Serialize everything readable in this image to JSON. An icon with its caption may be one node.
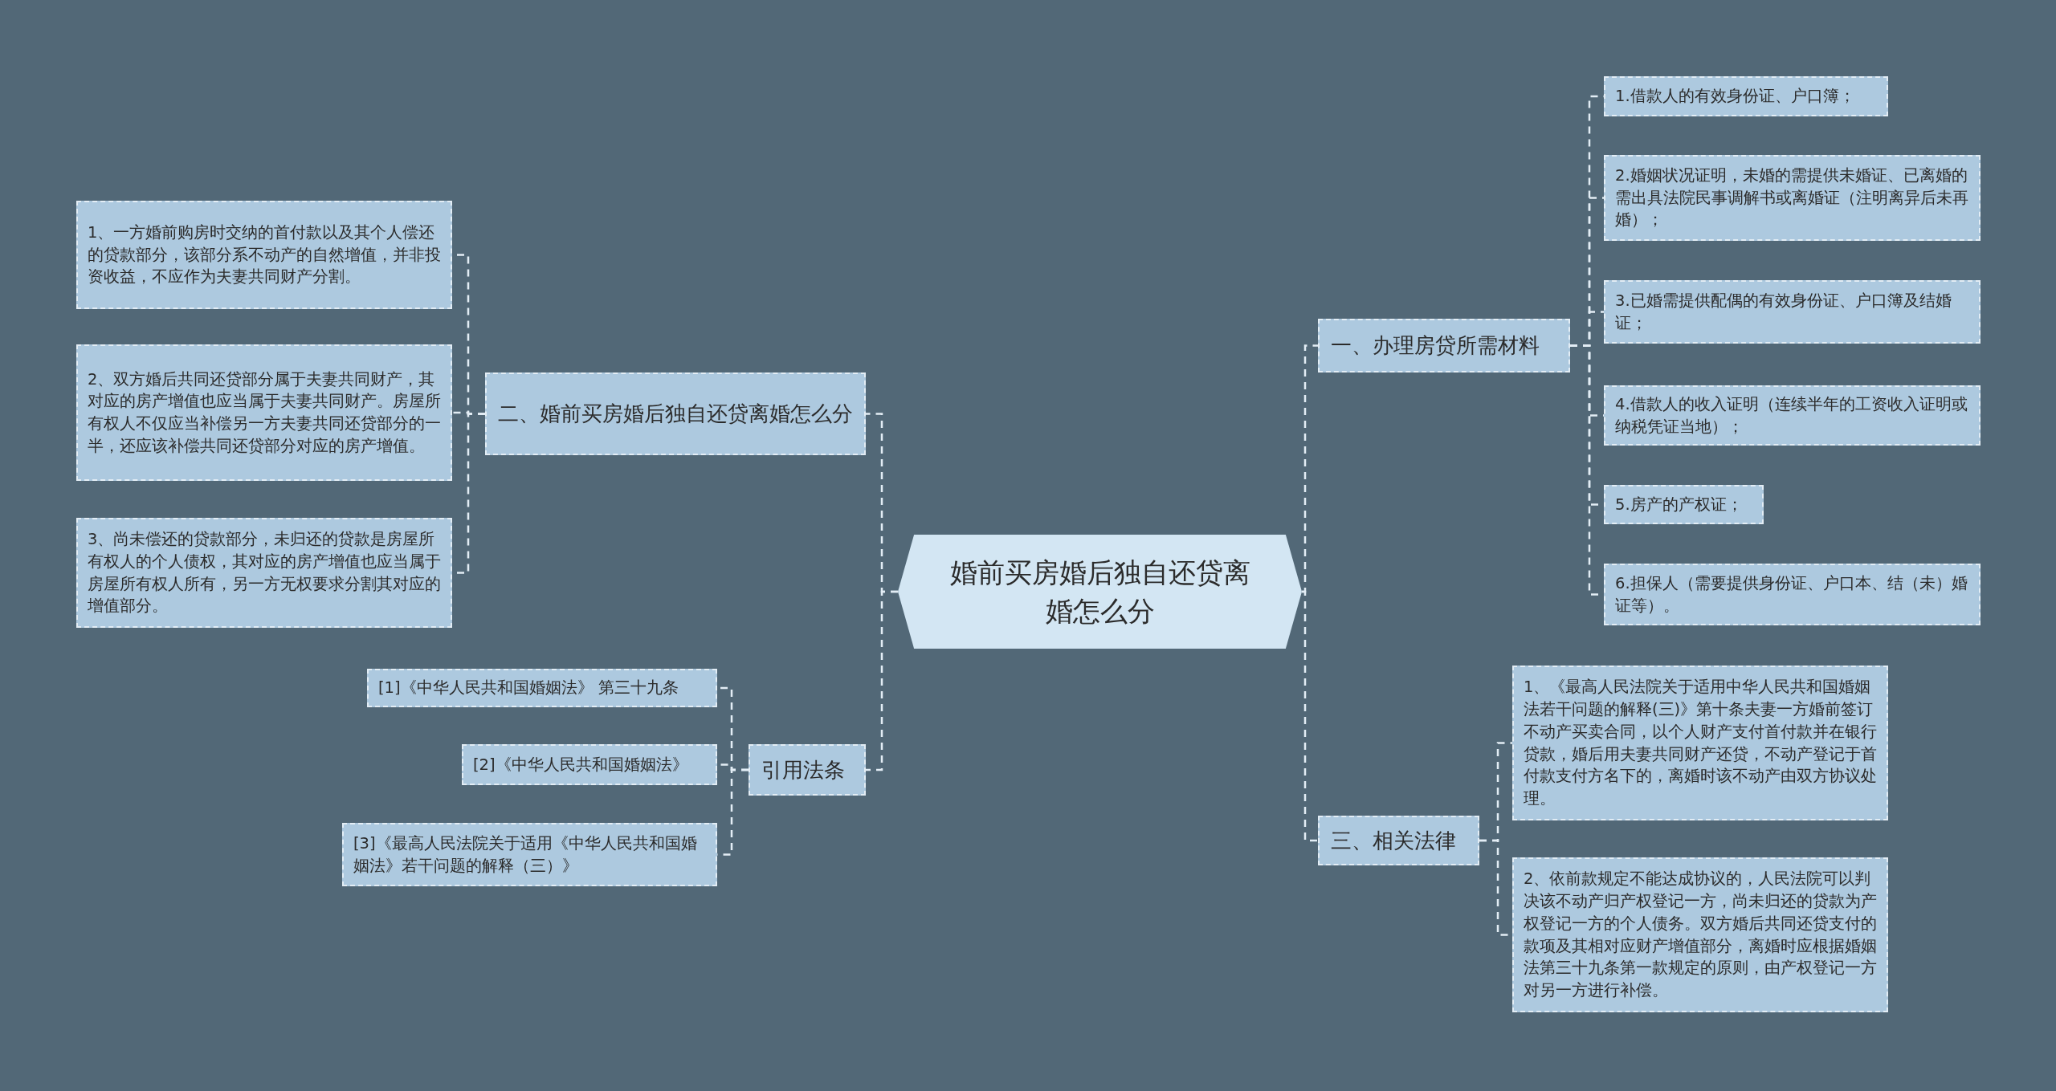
{
  "diagram": {
    "nodes": [
      {
        "text": [
          "婚前买房婚后独自还贷离婚怎么分"
        ]
      },
      {
        "text": [
          "一、办理房贷所需材料"
        ]
      },
      {
        "text": [
          "1.借款人的有效身份证、户口簿；"
        ]
      },
      {
        "text": [
          "2.婚姻状况证明，未婚的需提供未婚证、已离婚的需出具法院民事调解书或离婚证（注明离异后未再婚）；"
        ]
      },
      {
        "text": [
          "3.已婚需提供配偶的有效身份证、户口簿及结婚证；"
        ]
      },
      {
        "text": [
          "4.借款人的收入证明（连续半年的工资收入证明或纳税凭证当地）；"
        ]
      },
      {
        "text": [
          "5.房产的产权证；"
        ]
      },
      {
        "text": [
          "6.担保人（需要提供身份证、户口本、结（未）婚证等）。"
        ]
      },
      {
        "text": [
          "三、相关法律"
        ]
      },
      {
        "text": [
          "1、《最高人民法院关于适用中华人民共和国婚姻法若干问题的解释(三)》第十条夫妻一方婚前签订不动产买卖合同，以个人财产支付首付款并在银行贷款，婚后用夫妻共同财产还贷，不动产登记于首付款支付方名下的，离婚时该不动产由双方协议处理。"
        ]
      },
      {
        "text": [
          "2、依前款规定不能达成协议的，人民法院可以判决该不动产归产权登记一方，尚未归还的贷款为产权登记一方的个人债务。双方婚后共同还贷支付的款项及其相对应财产增值部分，离婚时应根据婚姻法第三十九条第一款规定的原则，由产权登记一方对另一方进行补偿。"
        ]
      },
      {
        "text": [
          "二、婚前买房婚后独自还贷离婚怎么分"
        ]
      },
      {
        "text": [
          "1、一方婚前购房时交纳的首付款以及其个人偿还的贷款部分，该部分系不动产的自然增值，并非投资收益，不应作为夫妻共同财产分割。"
        ]
      },
      {
        "text": [
          "2、双方婚后共同还贷部分属于夫妻共同财产，其对应的房产增值也应当属于夫妻共同财产。房屋所有权人不仅应当补偿另一方夫妻共同还贷部分的一半，还应该补偿共同还贷部分对应的房产增值。"
        ]
      },
      {
        "text": [
          "3、尚未偿还的贷款部分，未归还的贷款是房屋所有权人的个人债权，其对应的房产增值也应当属于房屋所有权人所有，另一方无权要求分割其对应的增值部分。"
        ]
      },
      {
        "text": [
          "引用法条"
        ]
      },
      {
        "text": [
          "[1]《中华人民共和国婚姻法》 第三十九条"
        ]
      },
      {
        "text": [
          "[2]《中华人民共和国婚姻法》"
        ]
      },
      {
        "text": [
          "[3]《最高人民法院关于适用《中华人民共和国婚姻法》若干问题的解释（三）》"
        ]
      }
    ],
    "edges": [
      {
        "from": 0,
        "to": 1,
        "arrow": "none"
      },
      {
        "from": 1,
        "to": 2,
        "arrow": "none"
      },
      {
        "from": 1,
        "to": 3,
        "arrow": "none"
      },
      {
        "from": 1,
        "to": 4,
        "arrow": "none"
      },
      {
        "from": 1,
        "to": 5,
        "arrow": "none"
      },
      {
        "from": 1,
        "to": 6,
        "arrow": "none"
      },
      {
        "from": 1,
        "to": 7,
        "arrow": "none"
      },
      {
        "from": 0,
        "to": 8,
        "arrow": "none"
      },
      {
        "from": 8,
        "to": 9,
        "arrow": "none"
      },
      {
        "from": 8,
        "to": 10,
        "arrow": "none"
      },
      {
        "from": 0,
        "to": 11,
        "arrow": "none"
      },
      {
        "from": 11,
        "to": 12,
        "arrow": "none"
      },
      {
        "from": 11,
        "to": 13,
        "arrow": "none"
      },
      {
        "from": 11,
        "to": 14,
        "arrow": "none"
      },
      {
        "from": 0,
        "to": 15,
        "arrow": "none"
      },
      {
        "from": 15,
        "to": 16,
        "arrow": "none"
      },
      {
        "from": 15,
        "to": 17,
        "arrow": "none"
      },
      {
        "from": 15,
        "to": 18,
        "arrow": "none"
      }
    ]
  }
}
